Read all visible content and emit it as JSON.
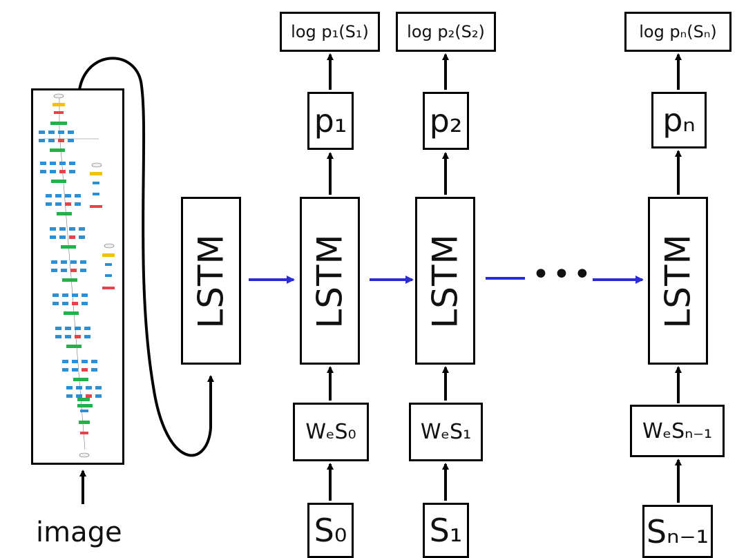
{
  "image_label": "image",
  "first_lstm_label": "LSTM",
  "steps": [
    {
      "log_prob": "log p₁(S₁)",
      "prob": "p₁",
      "lstm": "LSTM",
      "embed": "WₑS₀",
      "word": "S₀"
    },
    {
      "log_prob": "log p₂(S₂)",
      "prob": "p₂",
      "lstm": "LSTM",
      "embed": "WₑS₁",
      "word": "S₁"
    },
    {
      "log_prob": "log pₙ(Sₙ)",
      "prob": "pₙ",
      "lstm": "LSTM",
      "embed": "WₑSₙ₋₁",
      "word": "Sₙ₋₁"
    }
  ],
  "ellipsis": "•••",
  "colors": {
    "stroke": "#000000",
    "recurrent_arrow": "#2b2bd9",
    "cnn_blue": "#2b8fd6",
    "cnn_green": "#22b24c",
    "cnn_red": "#e8414a",
    "cnn_yellow": "#f2c200"
  }
}
